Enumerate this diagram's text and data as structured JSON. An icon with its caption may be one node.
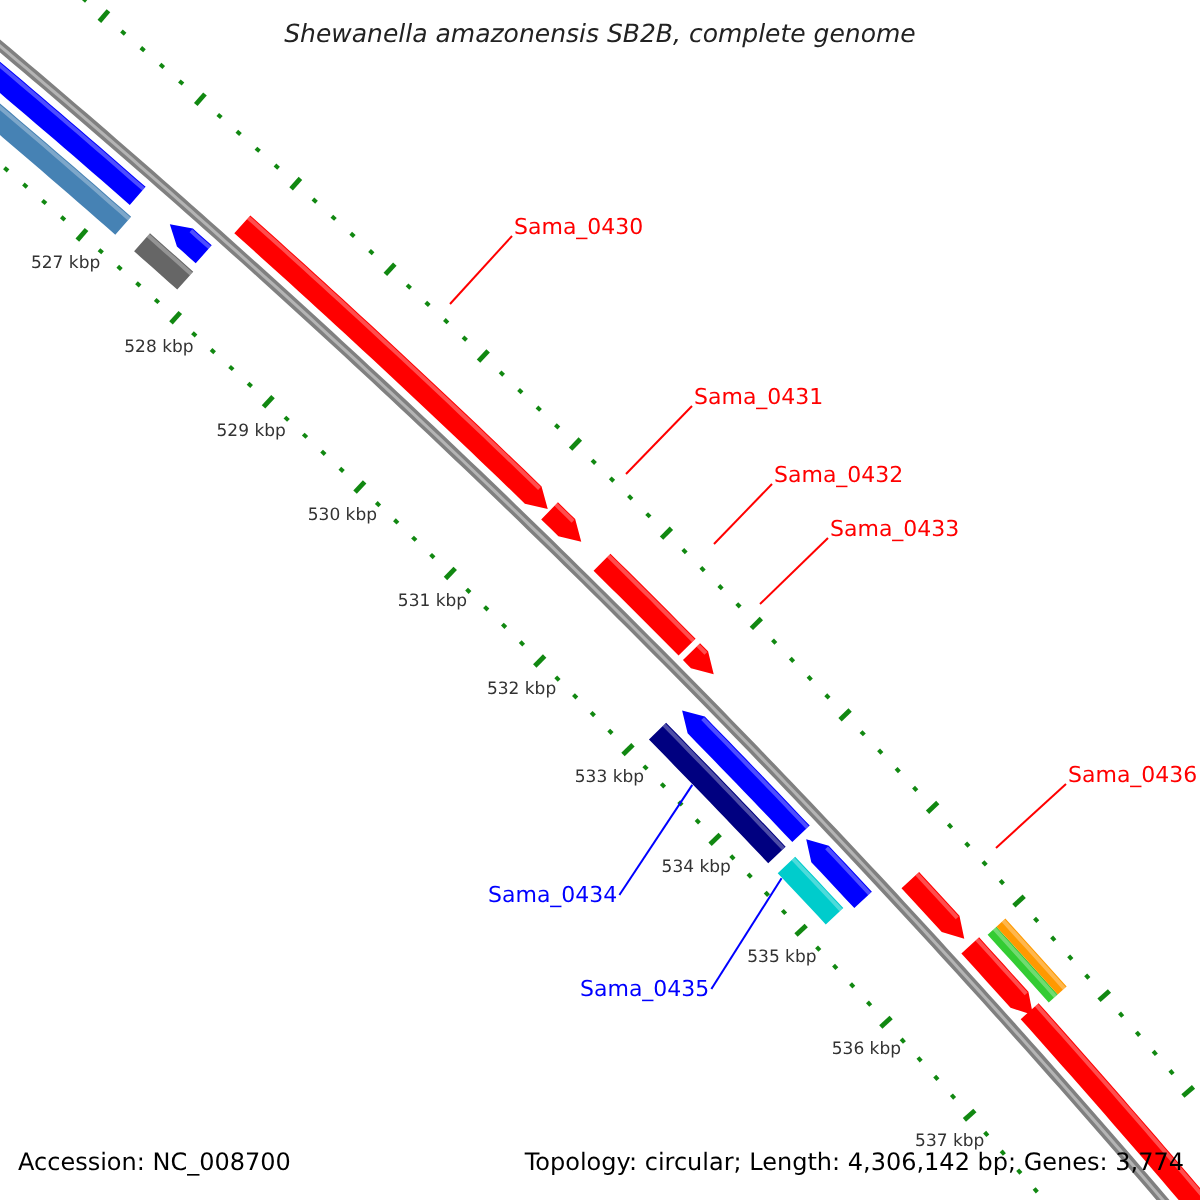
{
  "diagram": {
    "title": "Shewanella amazonensis SB2B, complete genome",
    "nodes": [
      {
        "text": [
          "Sama_0430"
        ]
      },
      {
        "text": [
          "Sama_0431"
        ]
      },
      {
        "text": [
          "Sama_0432"
        ]
      },
      {
        "text": [
          "Sama_0433"
        ]
      },
      {
        "text": [
          "Sama_0436"
        ]
      },
      {
        "text": [
          "Sama_0434"
        ]
      },
      {
        "text": [
          "Sama_0435"
        ]
      },
      {
        "text": [],
        "shape": "bar"
      },
      {
        "text": [],
        "shape": "bar"
      }
    ],
    "edges": [
      {
        "from": 0,
        "to": null,
        "arrow": "none"
      },
      {
        "from": 1,
        "to": null,
        "arrow": "none"
      },
      {
        "from": 2,
        "to": null,
        "arrow": "none"
      },
      {
        "from": 3,
        "to": null,
        "arrow": "none"
      },
      {
        "from": 4,
        "to": null,
        "arrow": "none"
      },
      {
        "from": 5,
        "to": 8,
        "arrow": "none",
        "color": "#0000ff"
      },
      {
        "from": 6,
        "to": 7,
        "arrow": "none",
        "color": "#0000ff"
      }
    ],
    "labels": [
      "527 kbp",
      "528 kbp",
      "529 kbp",
      "530 kbp",
      "531 kbp",
      "532 kbp",
      "533 kbp",
      "534 kbp",
      "535 kbp",
      "536 kbp",
      "537 kbp",
      "Accession: NC_008700",
      "Topology: circular; Length: 4,306,142 bp; Genes: 3,774"
    ]
  }
}
